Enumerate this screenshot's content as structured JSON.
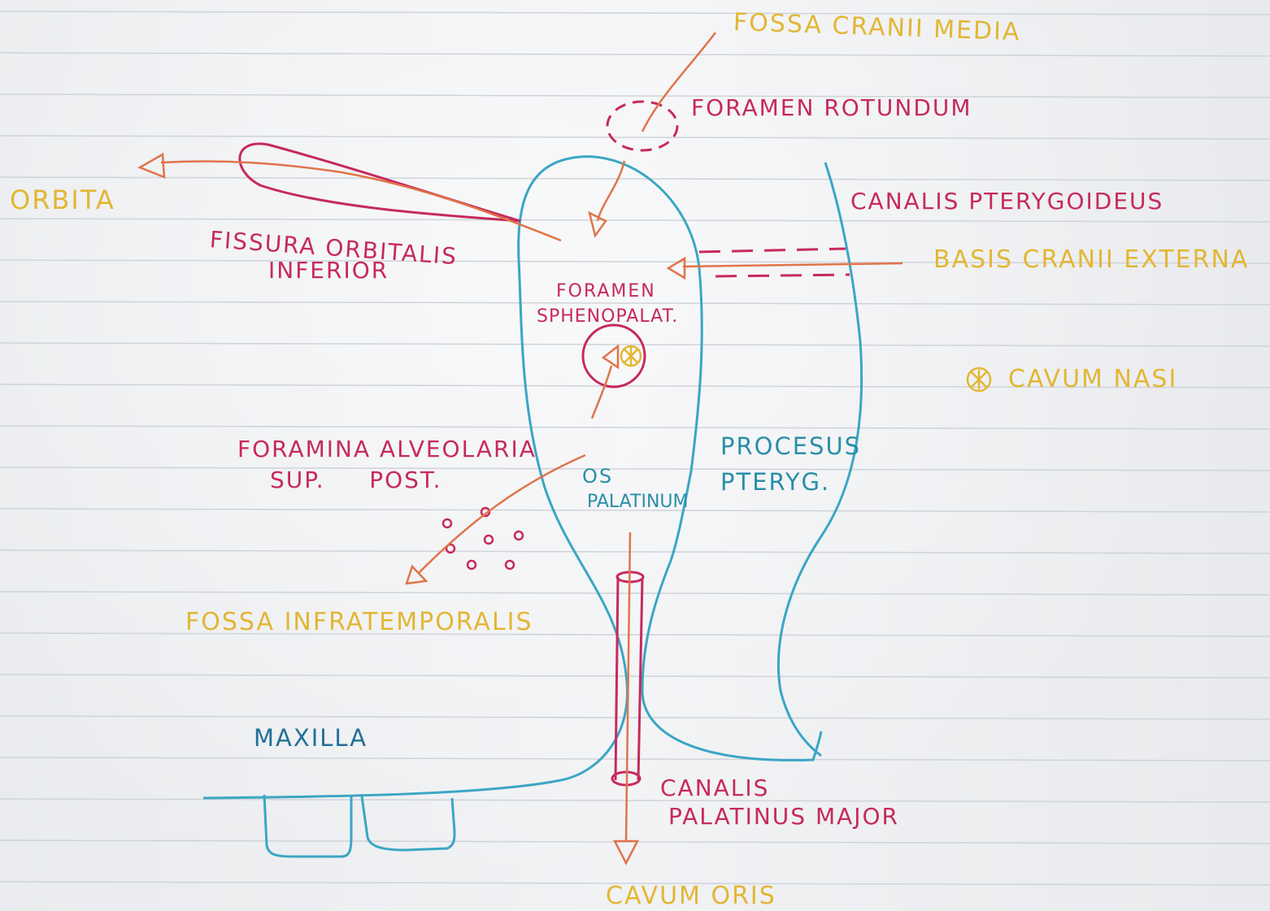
{
  "colors": {
    "paper": "#eceef1",
    "rule_line": "#cfd3da",
    "bone_outline": "#3aa6c4",
    "pathway_arrow": "#e0744a",
    "magenta_ink": "#c62a5c",
    "yellow_ink": "#e3b634",
    "blue_ink": "#2a8fa8"
  },
  "labels": {
    "fossa_cranii_media": "FOSSA CRANII MEDIA",
    "foramen_rotundum": "FORAMEN ROTUNDUM",
    "orbita": "ORBITA",
    "canalis_pterygoideus": "CANALIS PTERYGOIDEUS",
    "basis_cranii_externa": "BASIS CRANII EXTERNA",
    "fissura_line1": "FISSURA ORBITALIS",
    "fissura_line2": "INFERIOR",
    "foramen_sphen_line1": "FORAMEN",
    "foramen_sphen_line2": "SPHENOPALAT.",
    "cavum_nasi": "CAVUM NASI",
    "foramina_line1": "FORAMINA ALVEOLARIA",
    "foramina_line2": "SUP.     POST.",
    "os_palatinum_line1": "OS",
    "os_palatinum_line2": "PALATINUM",
    "processus_line1": "PROCESUS",
    "processus_line2": "PTERYG.",
    "fossa_infratemporalis": "FOSSA INFRATEMPORALIS",
    "maxilla": "MAXILLA",
    "canalis_palat_line1": "CANALIS",
    "canalis_palat_line2": "PALATINUS MAJOR",
    "cavum_oris": "CAVUM ORIS"
  }
}
